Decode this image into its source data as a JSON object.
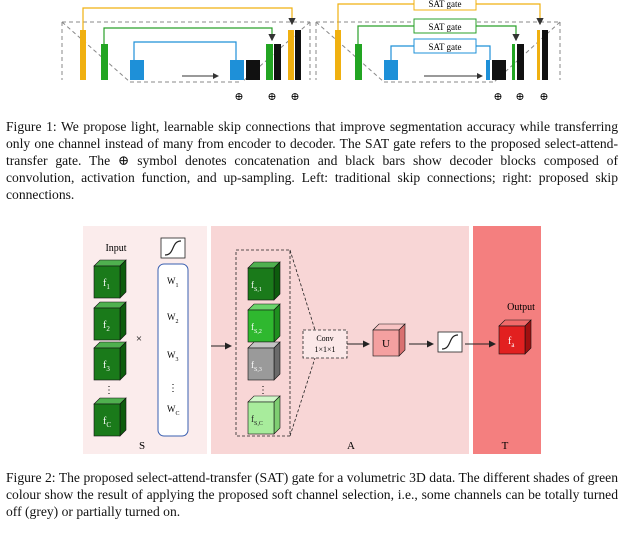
{
  "figure1": {
    "gate_label": "SAT gate",
    "concat_symbol": "⊕"
  },
  "caption1": "Figure 1: We propose light, learnable skip connections that improve segmentation accuracy while transferring only one channel instead of many from encoder to decoder. The SAT gate refers to the proposed select-attend-transfer gate. The ⊕ symbol denotes concatenation and black bars show decoder blocks composed of convolution, activation function, and up-sampling. Left: traditional skip connections; right: proposed skip connections.",
  "figure2": {
    "input_label": "Input",
    "output_label": "Output",
    "times_symbol": "×",
    "vdots": "⋮",
    "conv_label_1": "Conv",
    "conv_label_2": "1×1×1",
    "u_label": "U",
    "panel_s": "S",
    "panel_a": "A",
    "panel_t": "T",
    "input_features": [
      {
        "base": "f",
        "sub": "1"
      },
      {
        "base": "f",
        "sub": "2"
      },
      {
        "base": "f",
        "sub": "3"
      },
      {
        "base": "f",
        "sub": "C"
      }
    ],
    "weights": [
      {
        "base": "W",
        "sub": "1"
      },
      {
        "base": "W",
        "sub": "2"
      },
      {
        "base": "W",
        "sub": "3"
      },
      {
        "base": "W",
        "sub": "C"
      }
    ],
    "selected_features": [
      {
        "base": "f",
        "sub": "S,1"
      },
      {
        "base": "f",
        "sub": "S,2"
      },
      {
        "base": "f",
        "sub": "S,3"
      },
      {
        "base": "f",
        "sub": "S,C"
      }
    ],
    "output_feature": {
      "base": "f",
      "sub": "a"
    },
    "colors": {
      "panel_s": "#fbecec",
      "panel_a": "#f8d6d6",
      "panel_t": "#f47f7f",
      "green_dark": "#1a7a1a",
      "green_mid": "#2fb82f",
      "grey": "#9a9a9a",
      "green_light": "#a8ec9c",
      "u_block": "#f4a0a0",
      "out_block": "#e22020"
    }
  },
  "caption2": "Figure 2: The proposed select-attend-transfer (SAT) gate for a volumetric 3D data. The different shades of green colour show the result of applying the proposed soft channel selection, i.e., some channels can be totally turned off (grey) or partially turned on."
}
